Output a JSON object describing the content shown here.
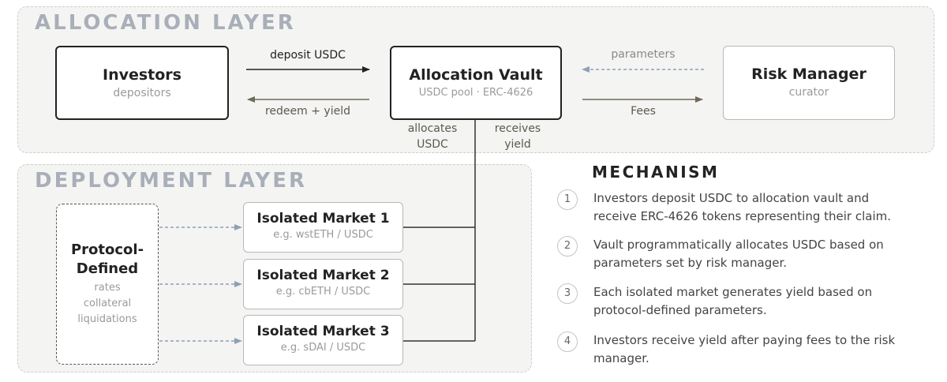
{
  "allocation_layer": {
    "title": "ALLOCATION LAYER",
    "investors": {
      "title": "Investors",
      "subtitle": "depositors"
    },
    "vault": {
      "title": "Allocation Vault",
      "subtitle": "USDC pool · ERC-4626"
    },
    "risk_manager": {
      "title": "Risk Manager",
      "subtitle": "curator"
    },
    "edges": {
      "deposit": "deposit USDC",
      "redeem": "redeem + yield",
      "parameters": "parameters",
      "fees": "Fees"
    }
  },
  "vault_links": {
    "allocates": [
      "allocates",
      "USDC"
    ],
    "receives": [
      "receives",
      "yield"
    ]
  },
  "deployment_layer": {
    "title": "DEPLOYMENT LAYER",
    "protocol": {
      "title": [
        "Protocol-",
        "Defined"
      ],
      "items": [
        "rates",
        "collateral",
        "liquidations"
      ]
    },
    "markets": [
      {
        "title": "Isolated Market 1",
        "pair": "e.g. wstETH / USDC"
      },
      {
        "title": "Isolated Market 2",
        "pair": "e.g. cbETH / USDC"
      },
      {
        "title": "Isolated Market 3",
        "pair": "e.g. sDAI / USDC"
      }
    ]
  },
  "mechanism": {
    "title": "MECHANISM",
    "steps": [
      {
        "num": "1",
        "lines": [
          "Investors deposit USDC to allocation vault and",
          "receive ERC-4626 tokens representing their claim."
        ]
      },
      {
        "num": "2",
        "lines": [
          "Vault programmatically allocates USDC based on",
          "parameters set by risk manager."
        ]
      },
      {
        "num": "3",
        "lines": [
          "Each isolated market generates yield based on",
          "protocol-defined parameters."
        ]
      },
      {
        "num": "4",
        "lines": [
          "Investors receive yield after paying fees to the risk",
          "manager."
        ]
      }
    ]
  }
}
